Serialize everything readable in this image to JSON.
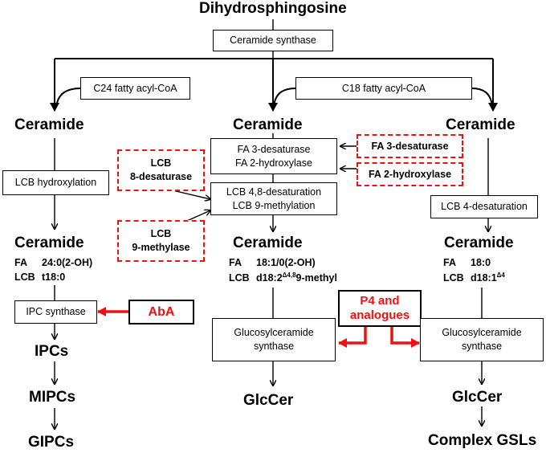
{
  "start": "Dihydrosphingosine",
  "ceramide_synthase": "Ceramide synthase",
  "c24_acyl": "C24 fatty acyl-CoA",
  "c18_acyl": "C18 fatty acyl-CoA",
  "left": {
    "ceramide": "Ceramide",
    "hydroxylation": "LCB hydroxylation",
    "ceramide2": "Ceramide",
    "fa_key": "FA",
    "fa_val": "24:0(2-OH)",
    "lcb_key": "LCB",
    "lcb_val": "t18:0",
    "ipc_synthase": "IPC synthase",
    "inhibitor": "AbA",
    "ipcs": "IPCs",
    "mipcs": "MIPCs",
    "gipcs": "GIPCs"
  },
  "middle": {
    "ceramide": "Ceramide",
    "enz1_line1": "FA 3-desaturase",
    "enz1_line2": "FA 2-hydroxylase",
    "enz2_line1": "LCB 4,8-desaturation",
    "enz2_line2": "LCB 9-methylation",
    "ceramide2": "Ceramide",
    "fa_key": "FA",
    "fa_val": "18:1/0(2-OH)",
    "lcb_key": "LCB",
    "lcb_val_base": "d18:2",
    "lcb_val_sup": "Δ4,8",
    "lcb_val_tail": "9-methyl",
    "gcs_line1": "Glucosylceramide",
    "gcs_line2": "synthase",
    "product": "GlcCer"
  },
  "right": {
    "ceramide": "Ceramide",
    "desaturation": "LCB 4-desaturation",
    "ceramide2": "Ceramide",
    "fa_key": "FA",
    "fa_val": "18:0",
    "lcb_key": "LCB",
    "lcb_val_base": "d18:1",
    "lcb_val_sup": "Δ4",
    "gcs_line1": "Glucosylceramide",
    "gcs_line2": "synthase",
    "product": "GlcCer",
    "product2": "Complex GSLs"
  },
  "red_dashed": {
    "lcb8_line1": "LCB",
    "lcb8_line2": "8-desaturase",
    "lcb9_line1": "LCB",
    "lcb9_line2": "9-methylase",
    "fa3": "FA 3-desaturase",
    "fa2": "FA 2-hydroxylase"
  },
  "p4": {
    "line1": "P4 and",
    "line2": "analogues"
  },
  "colors": {
    "red": "#ee1111",
    "black": "#000000"
  }
}
